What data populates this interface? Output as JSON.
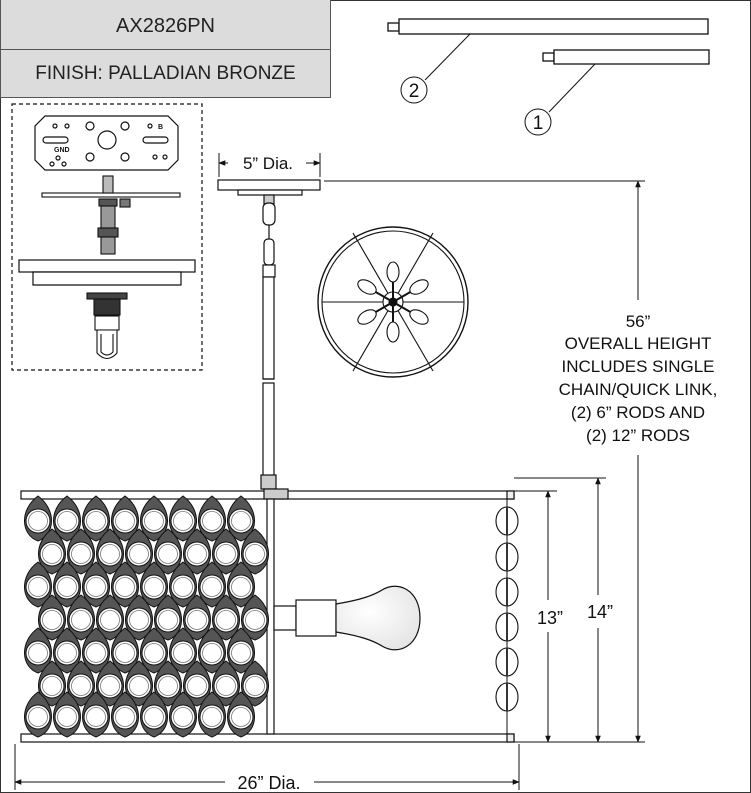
{
  "header": {
    "model": "AX2826PN",
    "finish": "FINISH: PALLADIAN BRONZE"
  },
  "parts": {
    "callout_1": "1",
    "callout_2": "2"
  },
  "dimensions": {
    "canopy_dia": "5” Dia.",
    "overall_height": "56”",
    "overall_note_lines": [
      "OVERALL HEIGHT",
      "INCLUDES SINGLE",
      "CHAIN/QUICK LINK,",
      "(2) 6” RODS AND",
      "(2) 12” RODS"
    ],
    "shade_height": "13”",
    "fixture_height": "14”",
    "fixture_dia": "26” Dia."
  },
  "hardware_plate": {
    "marking_gnd": "GND",
    "marking_b": "B"
  }
}
